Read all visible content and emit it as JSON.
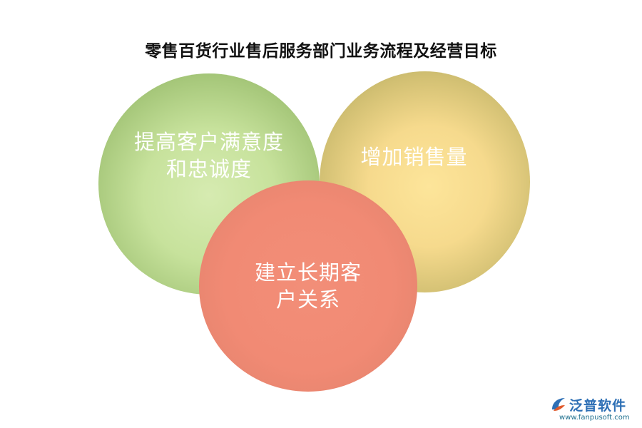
{
  "title": "零售百货行业售后服务部门业务流程及经营目标",
  "diagram": {
    "circles": [
      {
        "label": "提高客户满意度\n和忠诚度",
        "color": "#c7e29c"
      },
      {
        "label": "增加销售量",
        "color": "#f6da8d"
      },
      {
        "label": "建立长期客\n户关系",
        "color": "#f18a74"
      }
    ]
  },
  "watermark": {
    "brand": "泛普软件",
    "url": "www.fanpusoft.com"
  }
}
